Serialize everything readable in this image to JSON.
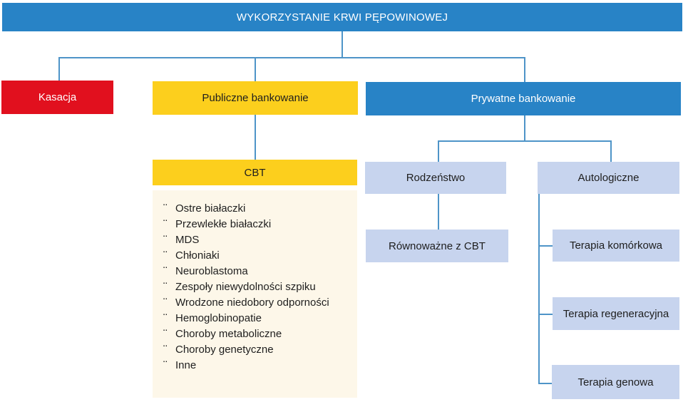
{
  "title": "WYKORZYSTANIE KRWI PĘPOWINOWEJ",
  "colors": {
    "blue": "#2883C6",
    "red": "#E1101E",
    "yellow": "#FCCF1D",
    "lavender": "#C7D4EE",
    "cream": "#FDF7E9",
    "connector_line": "#4E94C8",
    "dark_text": "#1E1E1E",
    "light_text": "#FFFFFF"
  },
  "nodes": {
    "root": "WYKORZYSTANIE KRWI PĘPOWINOWEJ",
    "kasacja": "Kasacja",
    "publiczne": "Publiczne bankowanie",
    "prywatne": "Prywatne bankowanie",
    "cbt": "CBT",
    "rodzenstwo": "Rodzeństwo",
    "autologiczne": "Autologiczne",
    "rownowazne": "Równoważne z CBT",
    "terapia_komorkowa": "Terapia komórkowa",
    "terapia_regeneracyjna": "Terapia regeneracyjna",
    "terapia_genowa": "Terapia genowa"
  },
  "cbt_panel": {
    "bullet": "¨",
    "items": [
      "Ostre białaczki",
      "Przewlekłe białaczki",
      "MDS",
      "Chłoniaki",
      "Neuroblastoma",
      "Zespoły niewydolności szpiku",
      "Wrodzone niedobory odporności",
      "Hemoglobinopatie",
      "Choroby metaboliczne",
      "Choroby genetyczne",
      "Inne"
    ]
  }
}
